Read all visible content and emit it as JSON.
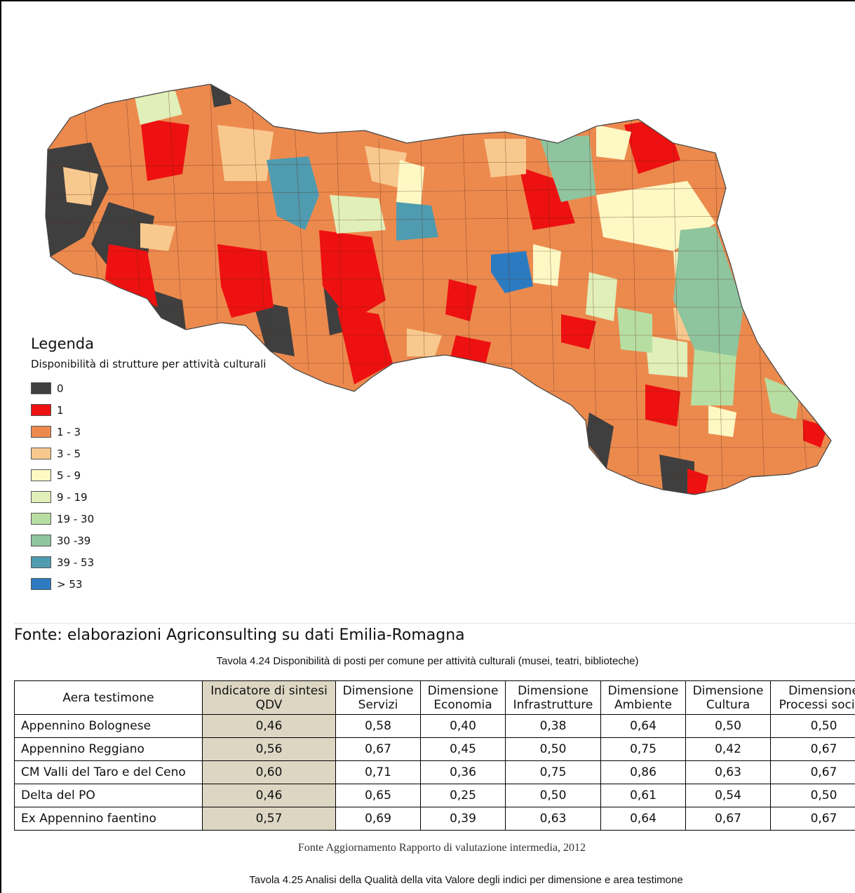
{
  "legend": {
    "title": "Legenda",
    "subtitle": "Disponibilità di strutture per attività culturali",
    "classes": [
      {
        "label": "0",
        "color": "#3f3f3f"
      },
      {
        "label": "1",
        "color": "#ee1111"
      },
      {
        "label": "1 - 3",
        "color": "#ec8a4e"
      },
      {
        "label": "3 - 5",
        "color": "#f8c98e"
      },
      {
        "label": "5 - 9",
        "color": "#fdf8c4"
      },
      {
        "label": "9 - 19",
        "color": "#e1efb9"
      },
      {
        "label": "19 - 30",
        "color": "#b7dea2"
      },
      {
        "label": "30 -39",
        "color": "#8ec49e"
      },
      {
        "label": "39 - 53",
        "color": "#4f9bb0"
      },
      {
        "label": "> 53",
        "color": "#2c7bc1"
      }
    ]
  },
  "map_source": "Fonte: elaborazioni Agriconsulting su dati Emilia-Romagna",
  "caption_424": "Tavola 4.24 Disponibilità di posti per comune per attività culturali (musei, teatri, biblioteche)",
  "table": {
    "headers": [
      [
        "Aera testimone"
      ],
      [
        "Indicatore di sintesi",
        "QDV"
      ],
      [
        "Dimensione",
        "Servizi"
      ],
      [
        "Dimensione",
        "Economia"
      ],
      [
        "Dimensione",
        "Infrastrutture"
      ],
      [
        "Dimensione",
        "Ambiente"
      ],
      [
        "Dimensione",
        "Cultura"
      ],
      [
        "Dimensione",
        "Processi sociali"
      ]
    ],
    "rows": [
      [
        "Appennino Bolognese",
        "0,46",
        "0,58",
        "0,40",
        "0,38",
        "0,64",
        "0,50",
        "0,50"
      ],
      [
        "Appennino Reggiano",
        "0,56",
        "0,67",
        "0,45",
        "0,50",
        "0,75",
        "0,42",
        "0,67"
      ],
      [
        "CM Valli del Taro e del Ceno",
        "0,60",
        "0,71",
        "0,36",
        "0,75",
        "0,86",
        "0,63",
        "0,67"
      ],
      [
        "Delta del PO",
        "0,46",
        "0,65",
        "0,25",
        "0,50",
        "0,61",
        "0,54",
        "0,50"
      ],
      [
        "Ex Appennino faentino",
        "0,57",
        "0,69",
        "0,39",
        "0,63",
        "0,64",
        "0,67",
        "0,67"
      ]
    ]
  },
  "table_source": "Fonte Aggiornamento Rapporto di valutazione intermedia,  2012",
  "caption_425": "Tavola  4.25  Analisi della Qualità della vita Valore degli indici per dimensione e area testimone"
}
